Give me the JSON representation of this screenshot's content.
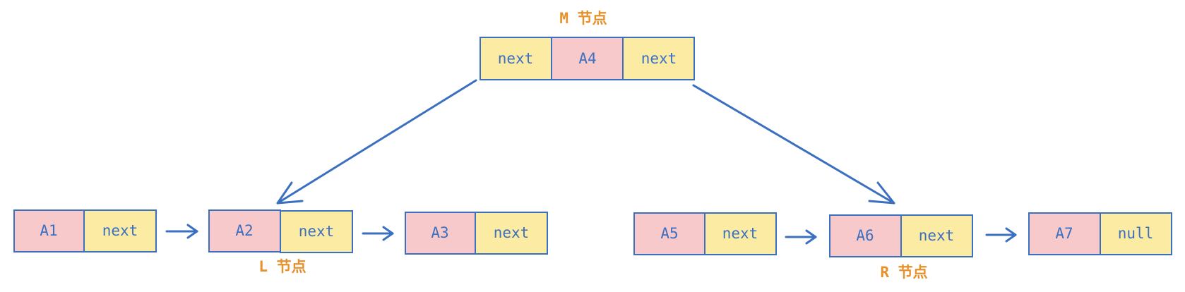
{
  "colors": {
    "stroke": "#3B6FC0",
    "text": "#3B6FC0",
    "value_fill": "#F7C9CB",
    "pointer_fill": "#FBEBA3",
    "label": "#E8902A",
    "background": "#FFFFFF"
  },
  "node_labels": {
    "m": "M 节点",
    "l": "L 节点",
    "r": "R 节点"
  },
  "middle_node": {
    "left_pointer": "next",
    "value": "A4",
    "right_pointer": "next"
  },
  "left_list": [
    {
      "value": "A1",
      "pointer": "next"
    },
    {
      "value": "A2",
      "pointer": "next"
    },
    {
      "value": "A3",
      "pointer": "next"
    }
  ],
  "right_list": [
    {
      "value": "A5",
      "pointer": "next"
    },
    {
      "value": "A6",
      "pointer": "next"
    },
    {
      "value": "A7",
      "pointer": "null"
    }
  ]
}
